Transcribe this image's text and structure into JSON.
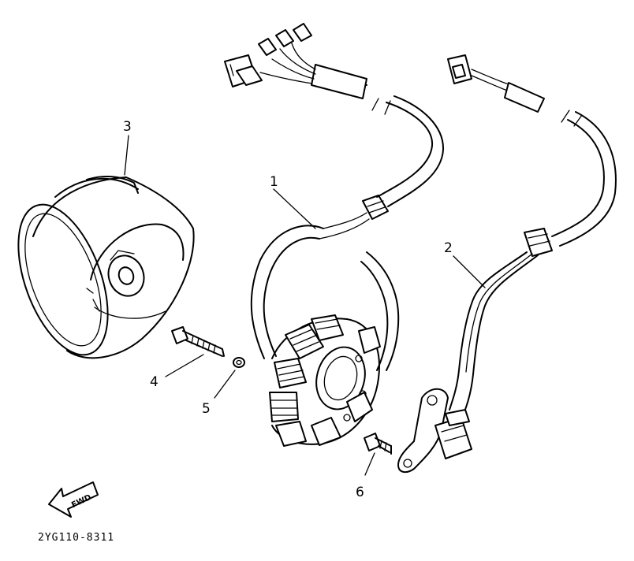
{
  "callouts": {
    "stator": "1",
    "pickup": "2",
    "rotor": "3",
    "bolt": "4",
    "washer": "5",
    "screw": "6"
  },
  "direction_label": "FWD",
  "figure_code": "2YG110-8311"
}
